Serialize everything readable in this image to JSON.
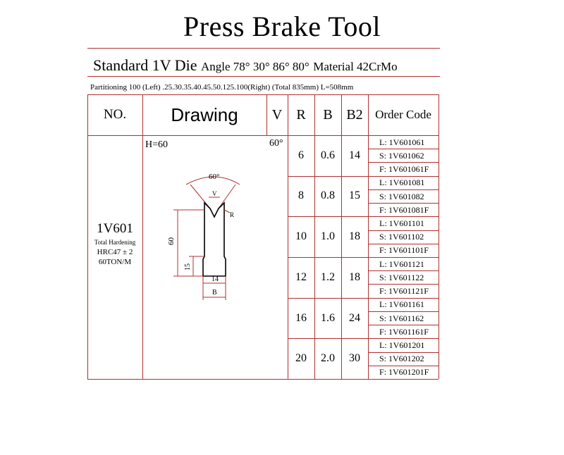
{
  "title": "Press Brake Tool",
  "subtitle": {
    "main": "Standard 1V Die",
    "angle": "Angle 78° 30° 86° 80°",
    "material": "Material 42CrMo"
  },
  "partitioning": "Partitioning 100 (Left) .25.30.35.40.45.50.125.100(Right) (Total 835mm) L=508mm",
  "table": {
    "headers": {
      "no": "NO.",
      "drawing": "Drawing",
      "v": "V",
      "r": "R",
      "b": "B",
      "b2": "B2",
      "code": "Order Code"
    },
    "model": {
      "name": "1V601",
      "hardening": "Total Hardening",
      "hrc": "HRC47 ± 2",
      "ton": "60TON/M"
    },
    "drawing": {
      "h": "H=60",
      "angle": "60°",
      "dim_angle": "60°",
      "dim_v": "V",
      "dim_r": "R",
      "dim_60": "60",
      "dim_15": "15",
      "dim_14": "14",
      "dim_b": "B"
    },
    "rows": [
      {
        "r": "6",
        "b": "0.6",
        "b2": "14",
        "codes": [
          "L: 1V601061",
          "S: 1V601062",
          "F: 1V601061F"
        ]
      },
      {
        "r": "8",
        "b": "0.8",
        "b2": "15",
        "codes": [
          "L: 1V601081",
          "S: 1V601082",
          "F: 1V601081F"
        ]
      },
      {
        "r": "10",
        "b": "1.0",
        "b2": "18",
        "codes": [
          "L: 1V601101",
          "S: 1V601102",
          "F: 1V601101F"
        ]
      },
      {
        "r": "12",
        "b": "1.2",
        "b2": "18",
        "codes": [
          "L: 1V601121",
          "S: 1V601122",
          "F: 1V601121F"
        ]
      },
      {
        "r": "16",
        "b": "1.6",
        "b2": "24",
        "codes": [
          "L: 1V601161",
          "S: 1V601162",
          "F: 1V601161F"
        ]
      },
      {
        "r": "20",
        "b": "2.0",
        "b2": "30",
        "codes": [
          "L: 1V601201",
          "S: 1V601202",
          "F: 1V601201F"
        ]
      }
    ]
  },
  "colors": {
    "rule": "#b03030",
    "text": "#000000"
  }
}
